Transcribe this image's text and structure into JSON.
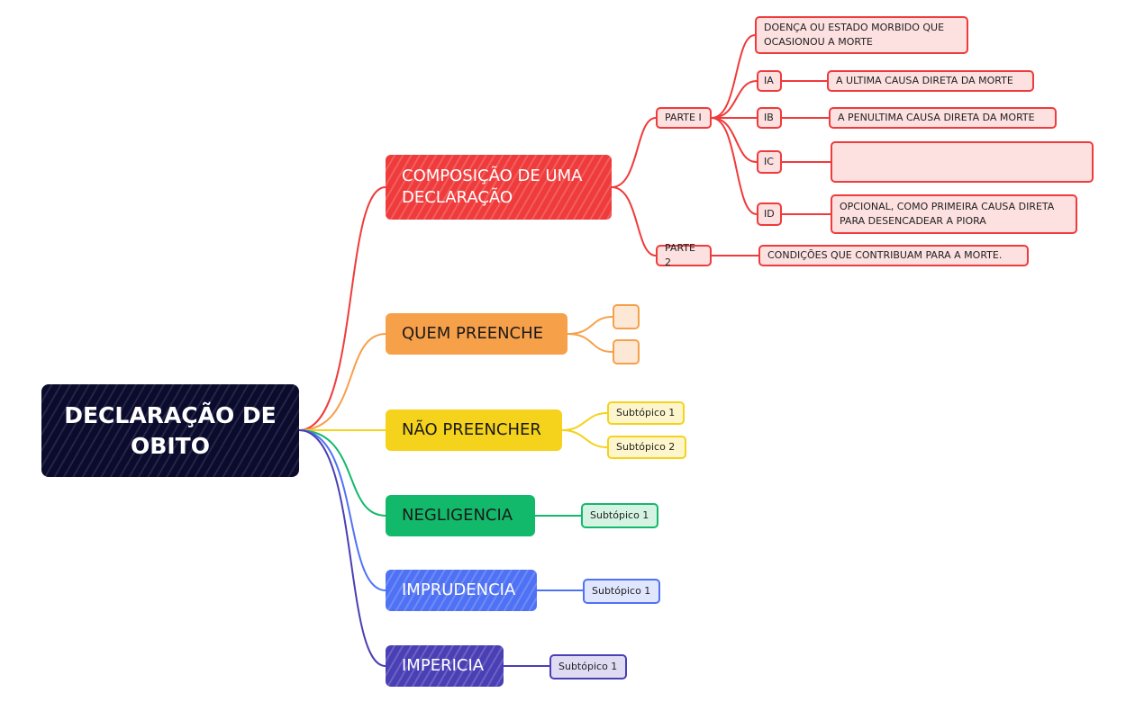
{
  "root": {
    "label": "DECLARAÇÃO DE OBITO"
  },
  "branches": {
    "composicao": {
      "label": "COMPOSIÇÃO DE UMA DECLARAÇÃO",
      "color": "#ef3b3b",
      "parte1": {
        "label": "PARTE I"
      },
      "parte2": {
        "label": "PARTE 2"
      },
      "doenca": {
        "label": "DOENÇA OU ESTADO MORBIDO QUE OCASIONOU A MORTE"
      },
      "ia": {
        "label": "IA",
        "detail": "A ULTIMA CAUSA DIRETA DA MORTE"
      },
      "ib": {
        "label": "IB",
        "detail": "A PENULTIMA CAUSA DIRETA DA MORTE"
      },
      "ic": {
        "label": "IC",
        "detail": ""
      },
      "id": {
        "label": "ID",
        "detail": "OPCIONAL, COMO PRIMEIRA CAUSA DIRETA PARA DESENCADEAR A PIORA"
      },
      "condicoes": {
        "label": "CONDIÇÕES QUE CONTRIBUAM PARA A MORTE."
      }
    },
    "quem": {
      "label": "QUEM PREENCHE",
      "color": "#f7a04a",
      "children": [
        "",
        ""
      ]
    },
    "nao": {
      "label": "NÃO PREENCHER",
      "color": "#f5d21c",
      "children": [
        "Subtópico 1",
        "Subtópico 2"
      ]
    },
    "negligencia": {
      "label": "NEGLIGENCIA",
      "color": "#13b96a",
      "children": [
        "Subtópico 1"
      ]
    },
    "imprudencia": {
      "label": "IMPRUDENCIA",
      "color": "#4f72f5",
      "children": [
        "Subtópico 1"
      ]
    },
    "impericia": {
      "label": "IMPERICIA",
      "color": "#4a3fb5",
      "children": [
        "Subtópico 1"
      ]
    }
  }
}
